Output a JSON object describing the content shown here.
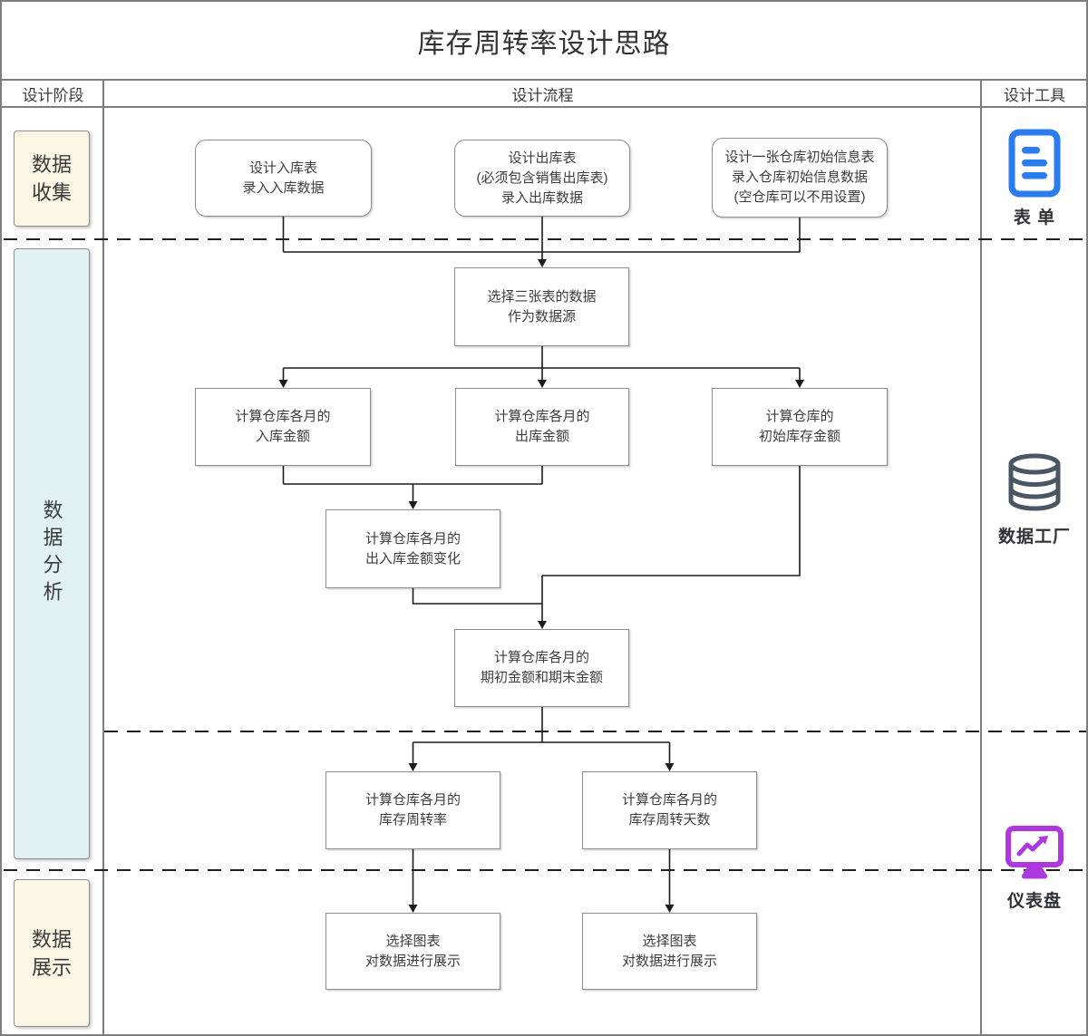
{
  "title": "库存周转率设计思路",
  "header": {
    "stage": "设计阶段",
    "flow": "设计流程",
    "tool": "设计工具"
  },
  "phases": {
    "collect": {
      "lines": [
        "数据",
        "收集"
      ]
    },
    "analyze": {
      "label": "数据分析"
    },
    "display": {
      "lines": [
        "数据",
        "展示"
      ]
    }
  },
  "tools": {
    "form": {
      "label": "表 单",
      "icon": "form-icon"
    },
    "data_factory": {
      "label": "数据工厂",
      "icon": "database-icon"
    },
    "dashboard": {
      "label": "仪表盘",
      "icon": "dashboard-icon"
    }
  },
  "nodes": [
    {
      "lines": [
        "设计入库表",
        "录入入库数据"
      ]
    },
    {
      "lines": [
        "设计出库表",
        "(必须包含销售出库表)",
        "录入出库数据"
      ]
    },
    {
      "lines": [
        "设计一张仓库初始信息表",
        "录入仓库初始信息数据",
        "(空仓库可以不用设置)"
      ]
    },
    {
      "lines": [
        "选择三张表的数据",
        "作为数据源"
      ]
    },
    {
      "lines": [
        "计算仓库各月的",
        "入库金额"
      ]
    },
    {
      "lines": [
        "计算仓库各月的",
        "出库金额"
      ]
    },
    {
      "lines": [
        "计算仓库的",
        "初始库存金额"
      ]
    },
    {
      "lines": [
        "计算仓库各月的",
        "出入库金额变化"
      ]
    },
    {
      "lines": [
        "计算仓库各月的",
        "期初金额和期末金额"
      ]
    },
    {
      "lines": [
        "计算仓库各月的",
        "库存周转率"
      ]
    },
    {
      "lines": [
        "计算仓库各月的",
        "库存周转天数"
      ]
    },
    {
      "lines": [
        "选择图表",
        "对数据进行展示"
      ]
    },
    {
      "lines": [
        "选择图表",
        "对数据进行展示"
      ]
    }
  ],
  "colors": {
    "form_icon": "#2b7cee",
    "database_icon": "#4a5661",
    "dashboard_icon": "#ad38e0",
    "phase_collect_fill": "#fbf5e3",
    "phase_analyze_fill": "#e0f1f4",
    "connector": "#1c1c1c",
    "border_gray": "#7e7e7e"
  }
}
